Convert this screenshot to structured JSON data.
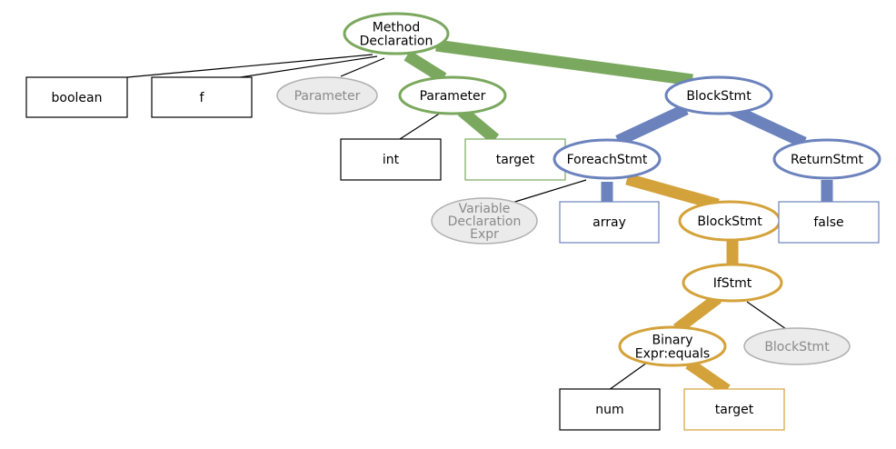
{
  "colors": {
    "green": "#7aa85e",
    "blue": "#6b82bc",
    "gold": "#d4a23a",
    "black": "#000000",
    "gray_stroke": "#b0b0b0",
    "gray_fill": "#ebebeb",
    "gray_text": "#8a8a8a"
  },
  "nodes": {
    "method_declaration": "Method\nDeclaration",
    "boolean": "boolean",
    "f": "f",
    "parameter_gray": "Parameter",
    "parameter": "Parameter",
    "blockstmt_root": "BlockStmt",
    "int": "int",
    "target_param": "target",
    "foreachstmt": "ForeachStmt",
    "returnstmt": "ReturnStmt",
    "variable_declaration_expr": "Variable\nDeclaration\nExpr",
    "array": "array",
    "blockstmt_foreach": "BlockStmt",
    "false": "false",
    "ifstmt": "IfStmt",
    "binary_expr": "Binary\nExpr:equals",
    "blockstmt_gray": "BlockStmt",
    "num": "num",
    "target_expr": "target"
  }
}
